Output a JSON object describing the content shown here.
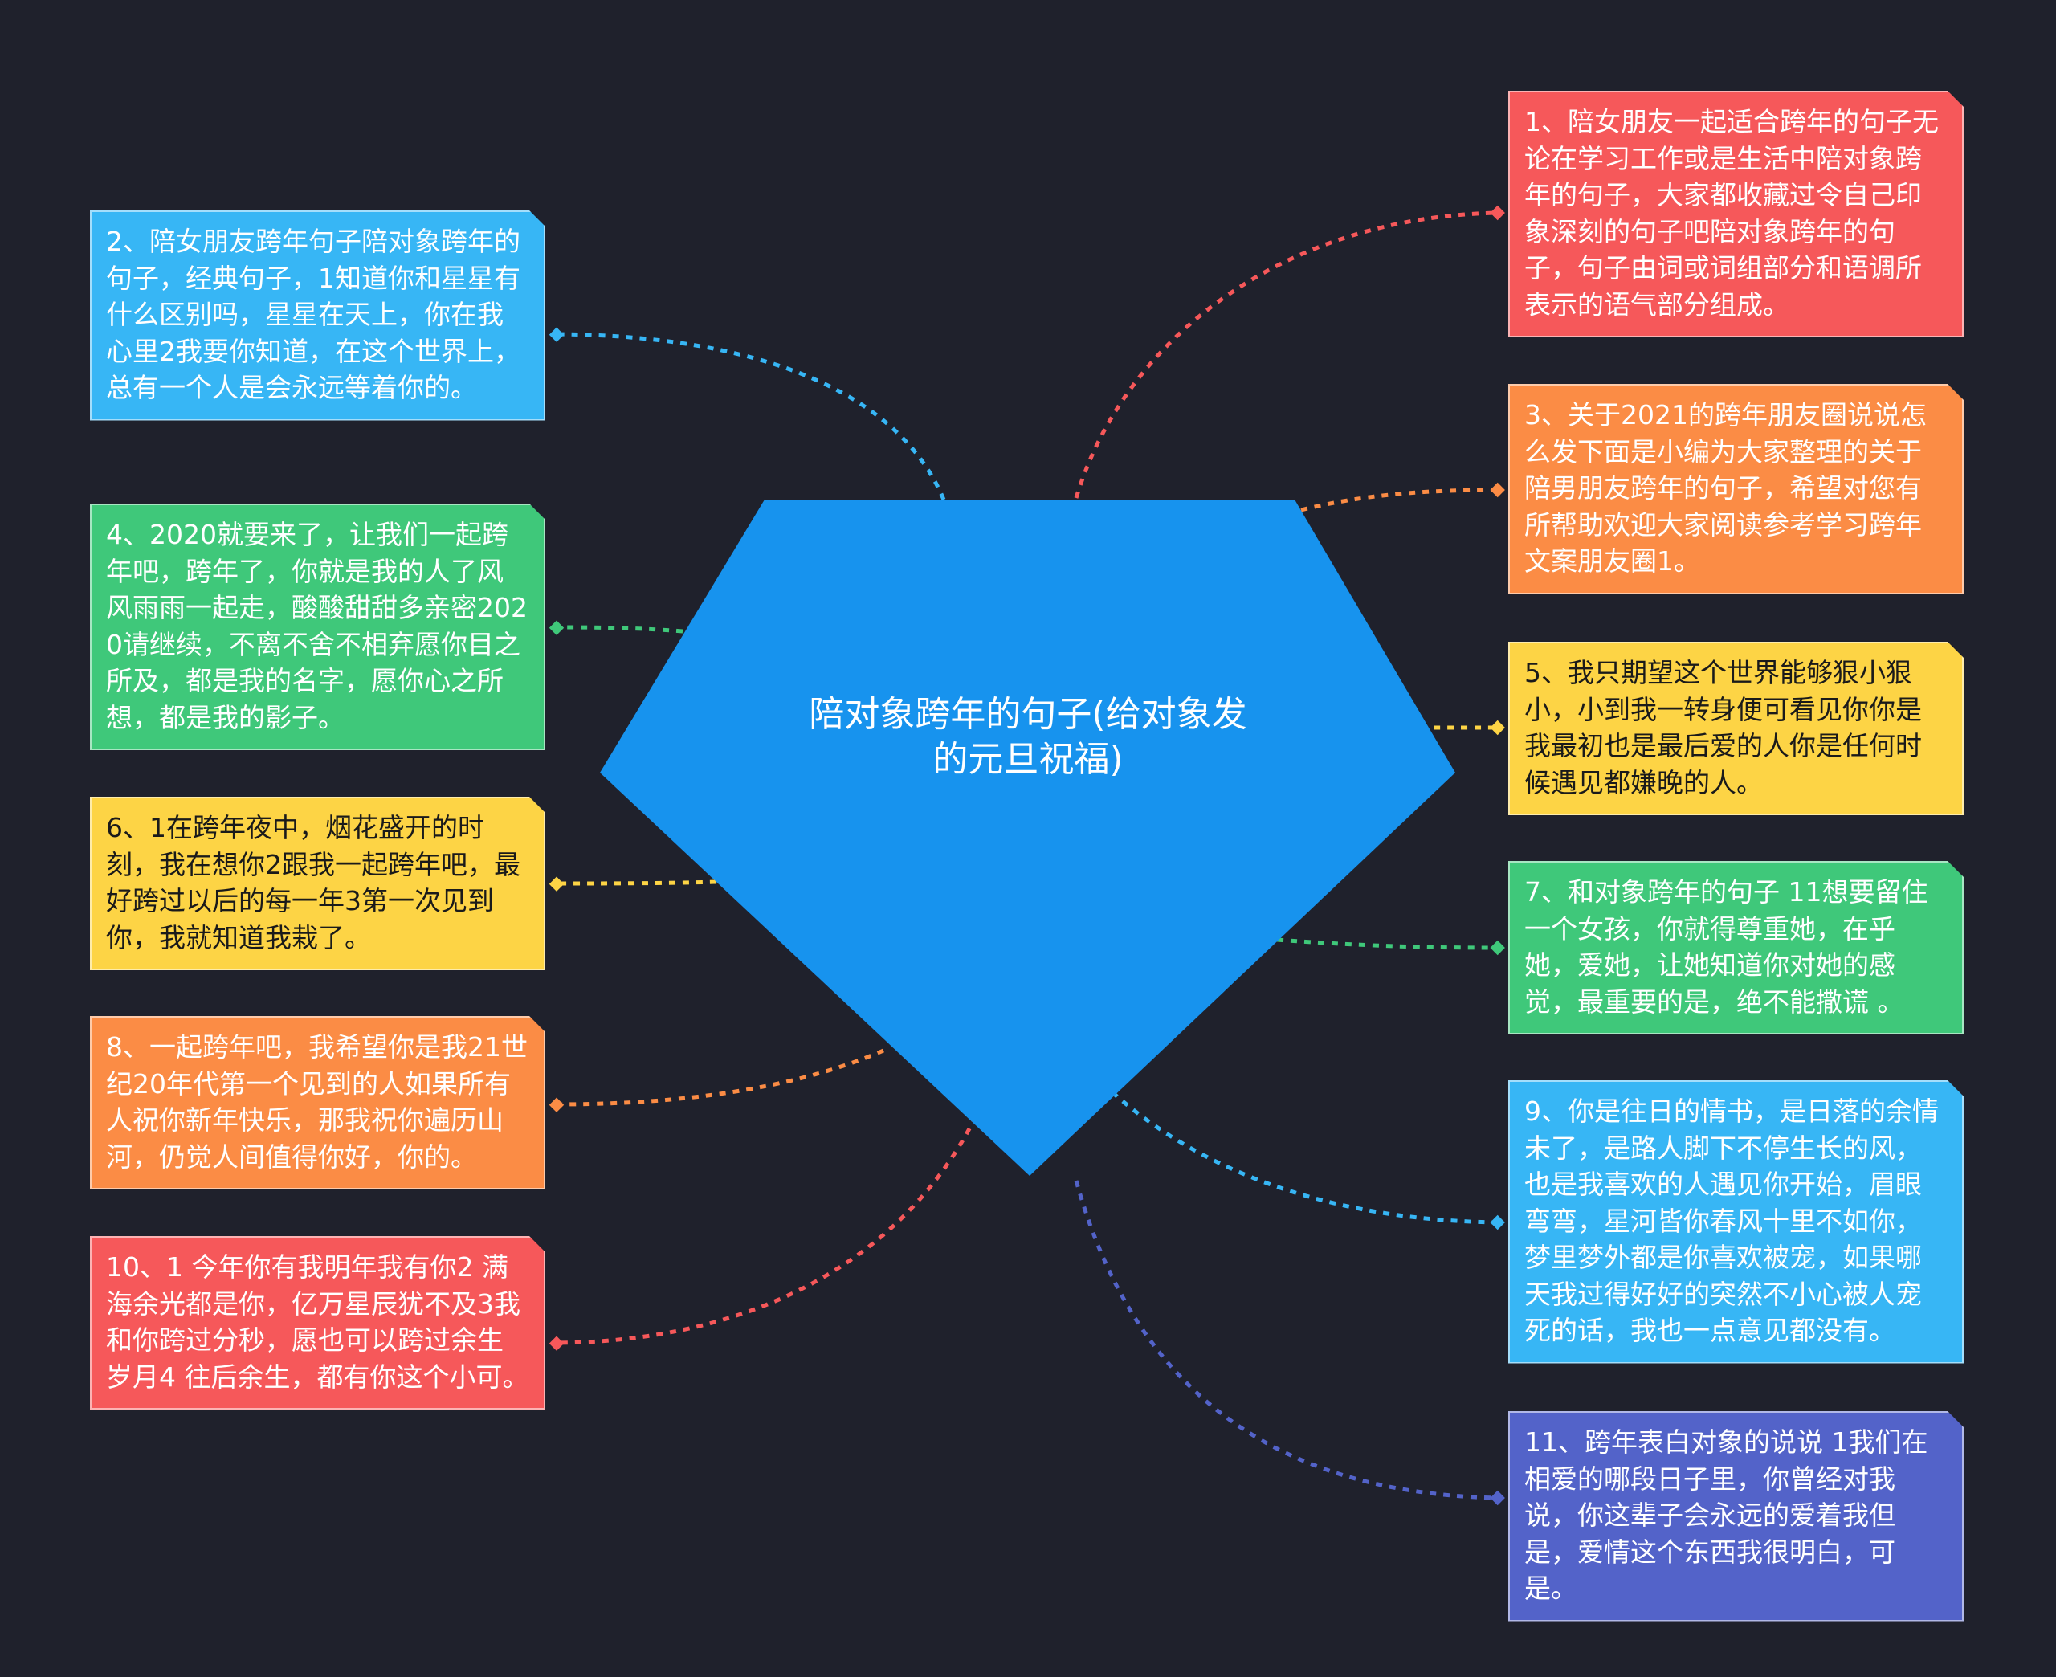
{
  "center": {
    "title": "陪对象跨年的句子(给对象发的元旦祝福)",
    "color": "#1793ee"
  },
  "colors": {
    "background": "#1f212c",
    "red": "#f6585a",
    "orange": "#fb8c45",
    "yellow": "#fdd445",
    "green": "#3fc87a",
    "blue": "#37b6f5",
    "indigo": "#5363c9"
  },
  "nodes": [
    {
      "id": "1",
      "text": "1、陪女朋友一起适合跨年的句子无论在学习工作或是生活中陪对象跨年的句子，大家都收藏过令自己印象深刻的句子吧陪对象跨年的句子，句子由词或词组部分和语调所表示的语气部分组成。",
      "color": "red"
    },
    {
      "id": "2",
      "text": "2、陪女朋友跨年句子陪对象跨年的句子，经典句子，1知道你和星星有什么区别吗，星星在天上，你在我心里2我要你知道，在这个世界上，总有一个人是会永远等着你的。",
      "color": "blue"
    },
    {
      "id": "3",
      "text": "3、关于2021的跨年朋友圈说说怎么发下面是小编为大家整理的关于陪男朋友跨年的句子，希望对您有所帮助欢迎大家阅读参考学习跨年文案朋友圈1。",
      "color": "orange"
    },
    {
      "id": "4",
      "text": "4、2020就要来了，让我们一起跨年吧，跨年了，你就是我的人了风风雨雨一起走，酸酸甜甜多亲密2020请继续，不离不舍不相弃愿你目之所及，都是我的名字，愿你心之所想，都是我的影子。",
      "color": "green"
    },
    {
      "id": "5",
      "text": "5、我只期望这个世界能够狠小狠小，小到我一转身便可看见你你是我最初也是最后爱的人你是任何时候遇见都嫌晚的人。",
      "color": "yellow"
    },
    {
      "id": "6",
      "text": "6、1在跨年夜中，烟花盛开的时刻，我在想你2跟我一起跨年吧，最好跨过以后的每一年3第一次见到你，我就知道我栽了。",
      "color": "yellow"
    },
    {
      "id": "7",
      "text": "7、和对象跨年的句子 11想要留住一个女孩，你就得尊重她，在乎她，爱她，让她知道你对她的感觉，最重要的是，绝不能撒谎 。",
      "color": "green"
    },
    {
      "id": "8",
      "text": "8、一起跨年吧，我希望你是我21世纪20年代第一个见到的人如果所有人祝你新年快乐，那我祝你遍历山河，仍觉人间值得你好，你的。",
      "color": "orange"
    },
    {
      "id": "9",
      "text": "9、你是往日的情书，是日落的余情未了，是路人脚下不停生长的风，也是我喜欢的人遇见你开始，眉眼弯弯，星河皆你春风十里不如你，梦里梦外都是你喜欢被宠，如果哪天我过得好好的突然不小心被人宠死的话，我也一点意见都没有。",
      "color": "blue"
    },
    {
      "id": "10",
      "text": "10、1 今年你有我明年我有你2 满海余光都是你，亿万星辰犹不及3我和你跨过分秒，愿也可以跨过余生岁月4 往后余生，都有你这个小可。",
      "color": "red"
    },
    {
      "id": "11",
      "text": "11、跨年表白对象的说说 1我们在相爱的哪段日子里，你曾经对我说，你这辈子会永远的爱着我但是，爱情这个东西我很明白，可是。",
      "color": "indigo"
    }
  ]
}
